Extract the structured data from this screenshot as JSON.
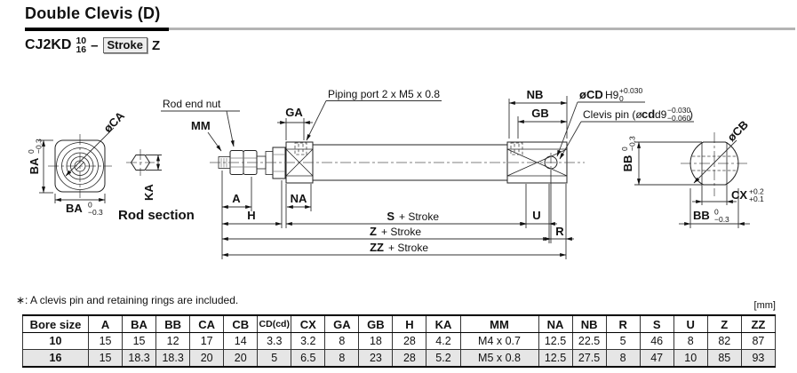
{
  "page": {
    "title": "Double Clevis (D)",
    "model": {
      "prefix": "CJ2KD",
      "bore_top": "10",
      "bore_bottom": "16",
      "dash": "–",
      "stroke_box": "Stroke",
      "suffix": "Z"
    }
  },
  "drawing": {
    "labels": {
      "rod_end_nut": "Rod end nut",
      "mm": "MM",
      "ga": "GA",
      "piping_port": "Piping port 2 x M5 x 0.8",
      "nb": "NB",
      "gb": "GB",
      "cd_callout": {
        "prefix": "øCD",
        "fit": "H9",
        "tol_top": "+0.030",
        "tol_bottom": "0"
      },
      "clevis_pin": {
        "prefix": "Clevis pin (ø",
        "bold": "cd",
        "fit": "d9",
        "tol_top": "−0.030",
        "tol_bottom": "−0.060",
        "close": ")"
      },
      "ca": "øCA",
      "ba": "BA",
      "ba_tol_top": "0",
      "ba_tol_bottom": "−0.3",
      "ka": "KA",
      "rod_section": "Rod section",
      "a": "A",
      "h": "H",
      "na": "NA",
      "s": "S",
      "u": "U",
      "z": "Z",
      "r": "R",
      "zz": "ZZ",
      "plus_stroke": "+ Stroke",
      "cb": "øCB",
      "bb": "BB",
      "bb_tol_top": "0",
      "bb_tol_bottom": "−0.3",
      "cx": "CX",
      "cx_tol_top": "+0.2",
      "cx_tol_bottom": "+0.1"
    }
  },
  "footnote": "∗: A clevis pin and retaining rings are included.",
  "table": {
    "unit": "[mm]",
    "headers": [
      "Bore size",
      "A",
      "BA",
      "BB",
      "CA",
      "CB",
      "CD(cd)",
      "CX",
      "GA",
      "GB",
      "H",
      "KA",
      "MM",
      "NA",
      "NB",
      "R",
      "S",
      "U",
      "Z",
      "ZZ"
    ],
    "rows": [
      {
        "bore": "10",
        "values": [
          "15",
          "15",
          "12",
          "17",
          "14",
          "3.3",
          "3.2",
          "8",
          "18",
          "28",
          "4.2",
          "M4 x 0.7",
          "12.5",
          "22.5",
          "5",
          "46",
          "8",
          "82",
          "87"
        ]
      },
      {
        "bore": "16",
        "values": [
          "15",
          "18.3",
          "18.3",
          "20",
          "20",
          "5",
          "6.5",
          "8",
          "23",
          "28",
          "5.2",
          "M5 x 0.8",
          "12.5",
          "27.5",
          "8",
          "47",
          "10",
          "85",
          "93"
        ]
      }
    ]
  }
}
